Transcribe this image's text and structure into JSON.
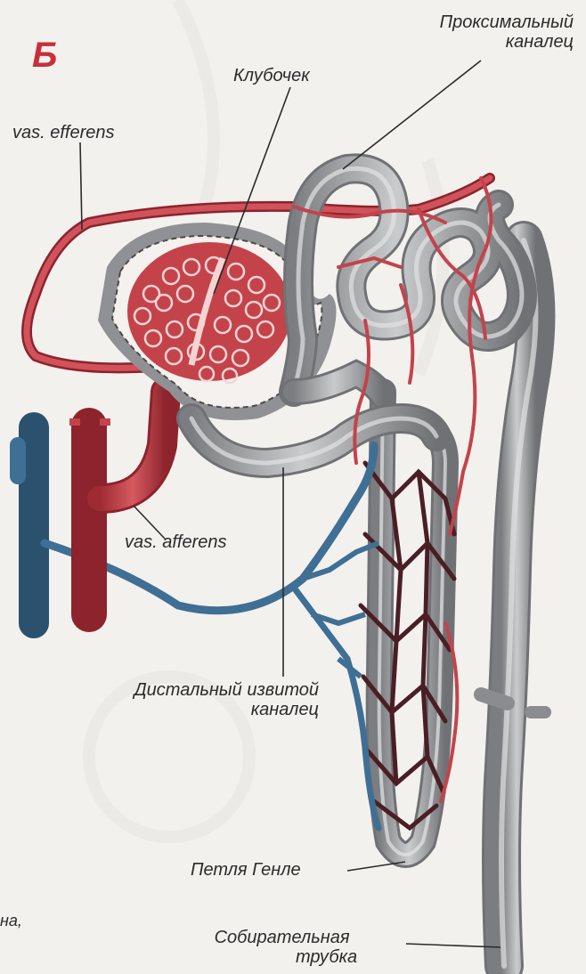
{
  "panel_letter": "Б",
  "labels": {
    "proximal_line1": "Проксимальный",
    "proximal_line2": "каналец",
    "glomerulus": "Клубочек",
    "vas_efferens": "vas. efferens",
    "vas_afferens": "vas. afferens",
    "distal_line1": "Дистальный извитой",
    "distal_line2": "каналец",
    "loop_henle": "Петля Генле",
    "collecting_line1": "Собирательная",
    "collecting_line2": "трубка"
  },
  "margin_fragment": "на,",
  "colors": {
    "background": "#f3f1ee",
    "artery": "#c4434b",
    "vein": "#3f6f94",
    "tubule": "#9a9c9e",
    "capillary_dark": "#4a1e25",
    "text": "#2b2b2b",
    "panel_letter": "#c7303a"
  }
}
